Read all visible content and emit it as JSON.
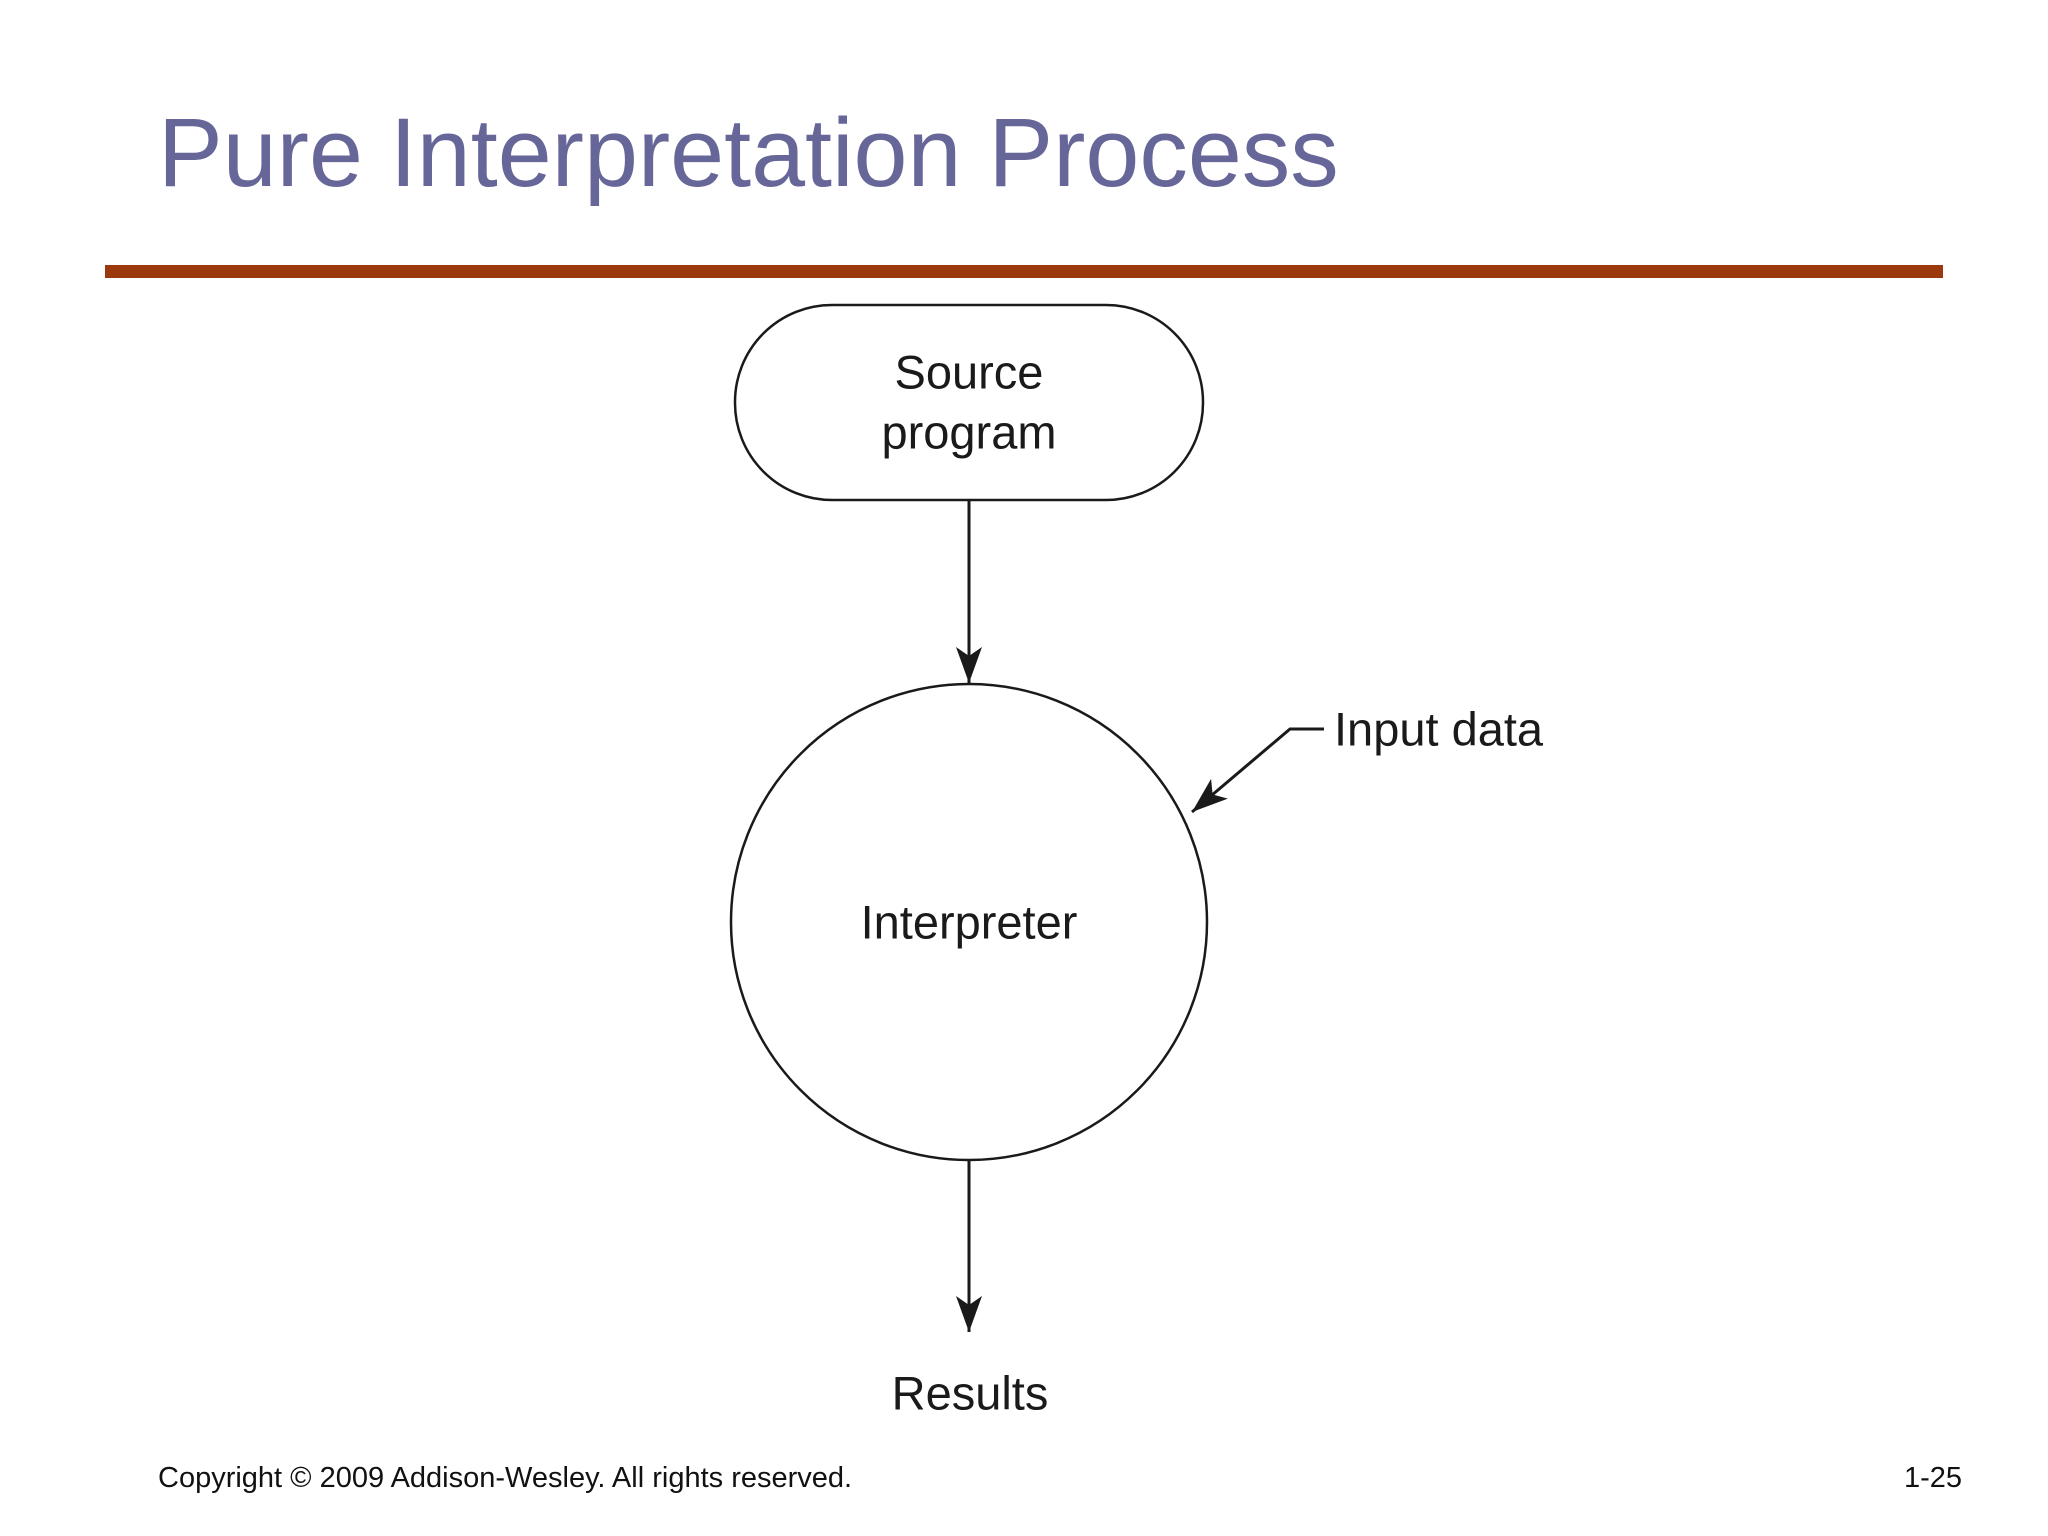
{
  "slide": {
    "title": "Pure Interpretation Process"
  },
  "diagram": {
    "source_node": {
      "line1": "Source",
      "line2": "program"
    },
    "interpreter_label": "Interpreter",
    "input_data_label": "Input data",
    "results_label": "Results"
  },
  "footer": {
    "copyright": "Copyright © 2009 Addison-Wesley. All rights reserved.",
    "page_number": "1-25"
  },
  "colors": {
    "title": "#666699",
    "divider": "#9b380c",
    "diagram_stroke": "#1a1a1a",
    "background": "#ffffff"
  }
}
